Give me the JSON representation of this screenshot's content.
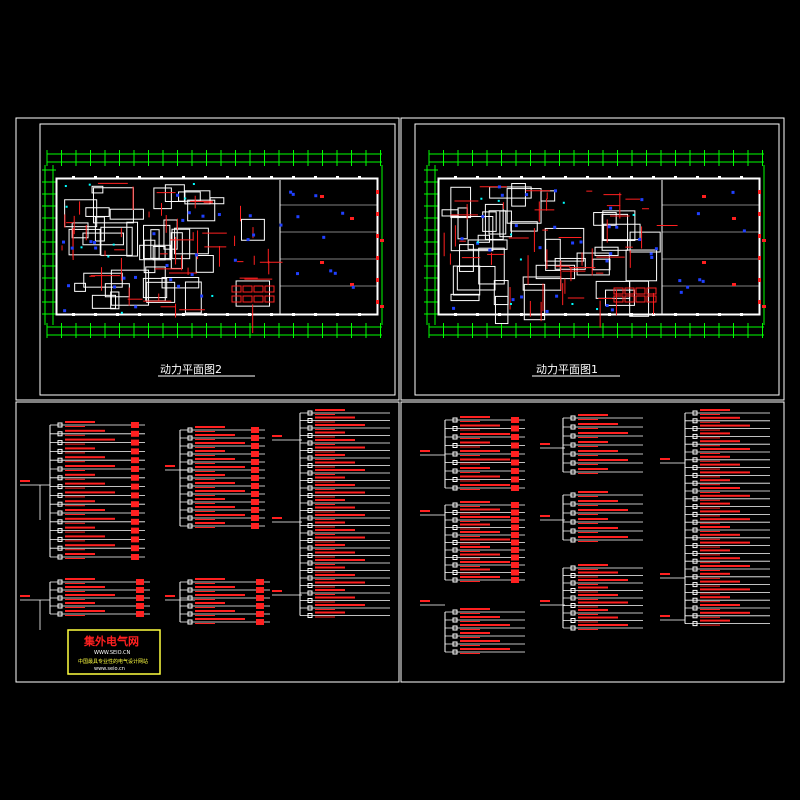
{
  "drawing": {
    "background": "#000000",
    "frame_color": "#ffffff",
    "wall_color": "#ffffff",
    "dimension_color": "#00ff00",
    "wire_color": "#ff2020",
    "device_color": "#2040ff",
    "accent_color": "#ffff40"
  },
  "sheets": {
    "plan_2": {
      "title": "动力平面图2"
    },
    "plan_1": {
      "title": "动力平面图1"
    },
    "schematic_left": {
      "name": "distribution-diagram-left"
    },
    "schematic_right": {
      "name": "distribution-diagram-right"
    }
  },
  "logo": {
    "title": "集外电气网",
    "url": "WWW.SEIO.CN",
    "subtitle": "中国最具专业性的电气设计网站",
    "subtitle2": "www.seio.cn"
  }
}
